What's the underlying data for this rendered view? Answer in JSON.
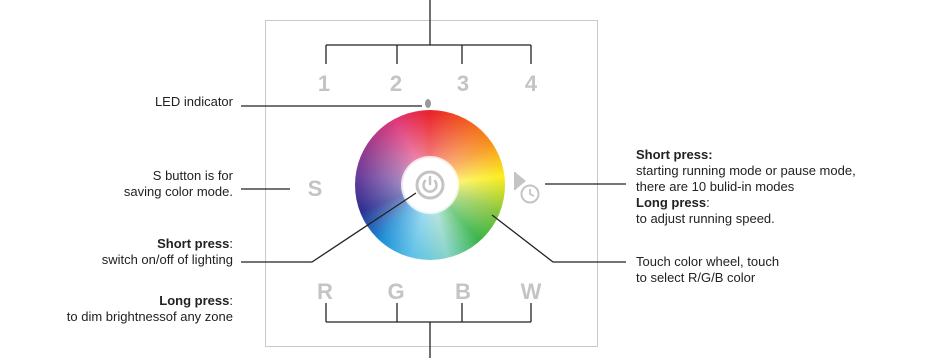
{
  "zone_buttons": [
    "1",
    "2",
    "3",
    "4"
  ],
  "color_buttons": [
    "R",
    "G",
    "B",
    "W"
  ],
  "save_button": "S",
  "annotations": {
    "led_indicator": "LED indicator",
    "s_button_line1": "S button is for",
    "s_button_line2": "saving color mode.",
    "power_short_title": "Short press",
    "power_short_colon": ":",
    "power_short_desc": "switch on/off of lighting",
    "power_long_title": "Long press",
    "power_long_colon": ":",
    "power_long_desc": "to dim brightnessof any zone",
    "mode_short_title": "Short press:",
    "mode_short_line1": "starting running mode or pause mode,",
    "mode_short_line2": "there are 10 bulid-in modes",
    "mode_long_title": "Long press",
    "mode_long_colon": ":",
    "mode_long_desc": "to adjust running speed.",
    "wheel_line1": "Touch color wheel, touch",
    "wheel_line2": "to select R/G/B color"
  },
  "colors": {
    "panel_border": "#c9c9c9",
    "button_text": "#c4c4c4",
    "line": "#222222"
  }
}
